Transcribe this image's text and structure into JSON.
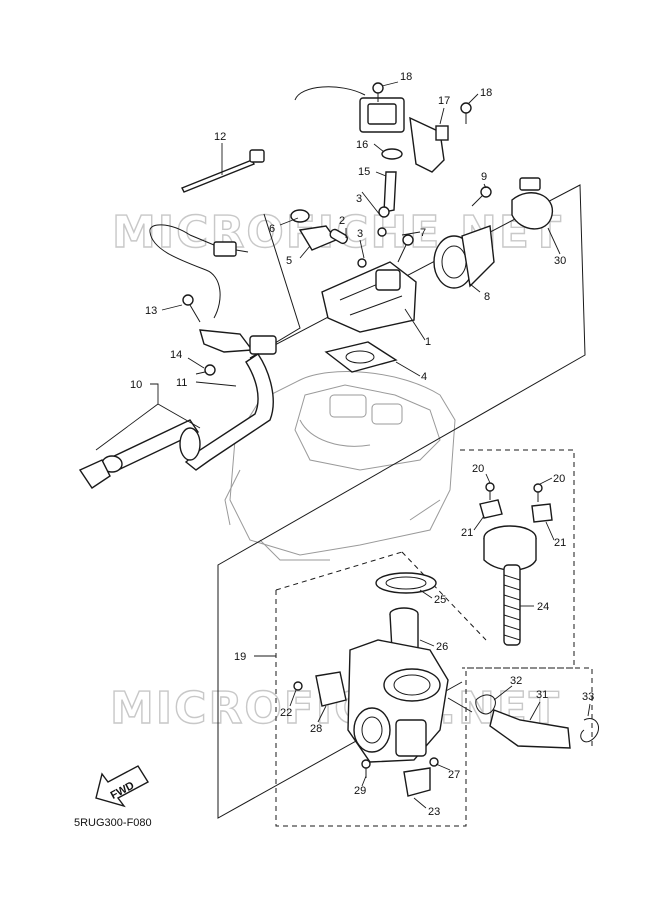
{
  "drawing_code": "5RUG300-F080",
  "fwd_label": "FWD",
  "watermark_text": "MICROFICHE.NET",
  "callouts": [
    {
      "label": "1"
    },
    {
      "label": "2"
    },
    {
      "label": "3"
    },
    {
      "label": "3"
    },
    {
      "label": "4"
    },
    {
      "label": "5"
    },
    {
      "label": "6"
    },
    {
      "label": "7"
    },
    {
      "label": "8"
    },
    {
      "label": "9"
    },
    {
      "label": "10"
    },
    {
      "label": "11"
    },
    {
      "label": "12"
    },
    {
      "label": "13"
    },
    {
      "label": "14"
    },
    {
      "label": "15"
    },
    {
      "label": "16"
    },
    {
      "label": "17"
    },
    {
      "label": "18"
    },
    {
      "label": "18"
    },
    {
      "label": "19"
    },
    {
      "label": "20"
    },
    {
      "label": "20"
    },
    {
      "label": "21"
    },
    {
      "label": "21"
    },
    {
      "label": "22"
    },
    {
      "label": "23"
    },
    {
      "label": "24"
    },
    {
      "label": "25"
    },
    {
      "label": "26"
    },
    {
      "label": "27"
    },
    {
      "label": "28"
    },
    {
      "label": "29"
    },
    {
      "label": "30"
    },
    {
      "label": "31"
    },
    {
      "label": "32"
    },
    {
      "label": "33"
    }
  ]
}
